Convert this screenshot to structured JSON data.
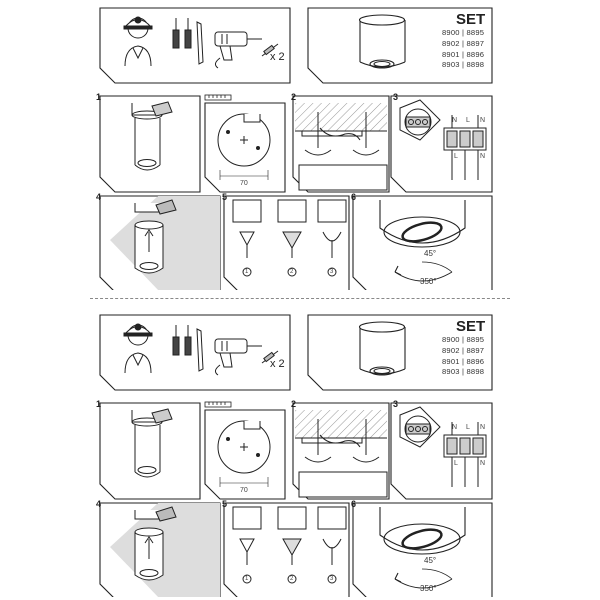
{
  "sheets": [
    {
      "set_title": "SET",
      "models": [
        "8900 | 8895",
        "8902 | 8897",
        "8901 | 8896",
        "8903 | 8898"
      ],
      "tool_qty": "x 2",
      "steps": [
        "1",
        "2",
        "3",
        "4",
        "5",
        "6"
      ],
      "dimension": "70",
      "terminal_labels": [
        "N",
        "L",
        "N"
      ],
      "terminal_bottom": [
        "L",
        "N"
      ],
      "bulb_steps": [
        "1",
        "2",
        "3"
      ],
      "tilt_angle": "45°",
      "rotate_angle": "350°"
    },
    {
      "set_title": "SET",
      "models": [
        "8900 | 8895",
        "8902 | 8897",
        "8901 | 8896",
        "8903 | 8898"
      ],
      "tool_qty": "x 2",
      "steps": [
        "1",
        "2",
        "3",
        "4",
        "5",
        "6"
      ],
      "dimension": "70",
      "terminal_labels": [
        "N",
        "L",
        "N"
      ],
      "terminal_bottom": [
        "L",
        "N"
      ],
      "bulb_steps": [
        "1",
        "2",
        "3"
      ],
      "tilt_angle": "45°",
      "rotate_angle": "350°"
    }
  ]
}
